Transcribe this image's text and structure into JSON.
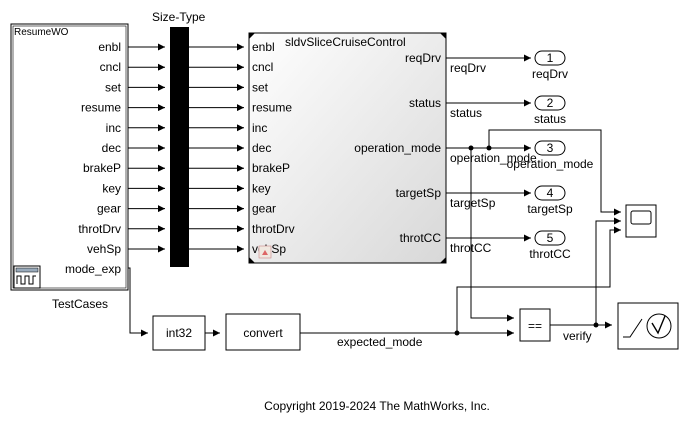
{
  "testcases": {
    "title": "ResumeWO",
    "ports": [
      "enbl",
      "cncl",
      "set",
      "resume",
      "inc",
      "dec",
      "brakeP",
      "key",
      "gear",
      "throtDrv",
      "vehSp",
      "mode_exp"
    ],
    "label": "TestCases"
  },
  "bus": {
    "label": "Size-Type"
  },
  "subsystem": {
    "title": "sldvSliceCruiseControl",
    "inputs": [
      "enbl",
      "cncl",
      "set",
      "resume",
      "inc",
      "dec",
      "brakeP",
      "key",
      "gear",
      "throtDrv",
      "vehSp"
    ],
    "outputs": [
      "reqDrv",
      "status",
      "operation_mode",
      "targetSp",
      "throtCC"
    ]
  },
  "signals": {
    "outputs": [
      "reqDrv",
      "status",
      "operation_mode",
      "targetSp",
      "throtCC"
    ],
    "expected_mode": "expected_mode",
    "verify": "verify"
  },
  "outports": [
    {
      "num": "1",
      "label": "reqDrv"
    },
    {
      "num": "2",
      "label": "status"
    },
    {
      "num": "3",
      "label": "operation_mode"
    },
    {
      "num": "4",
      "label": "targetSp"
    },
    {
      "num": "5",
      "label": "throtCC"
    }
  ],
  "blocks": {
    "int32": "int32",
    "convert": "convert",
    "relop": "=="
  },
  "copyright": "Copyright 2019-2024 The MathWorks, Inc."
}
